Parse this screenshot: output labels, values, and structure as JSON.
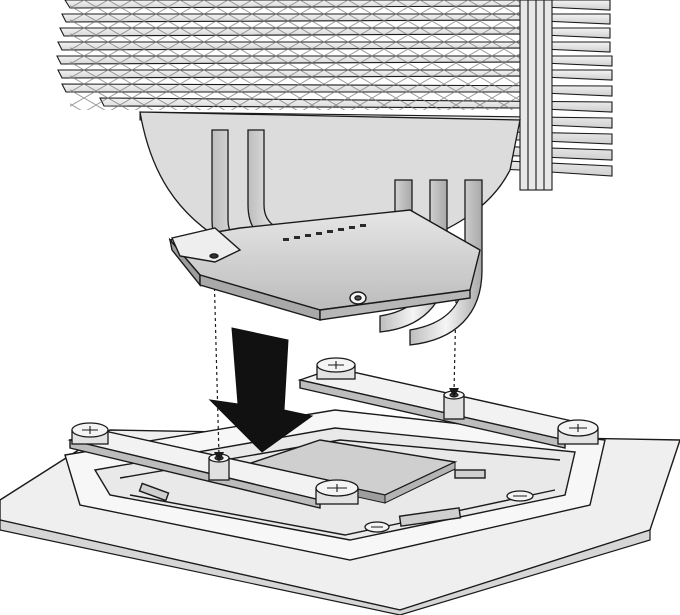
{
  "figure": {
    "description_visible_text": "",
    "colors": {
      "line": "#1a1a1a",
      "fin_light": "#f2f2f2",
      "fin_mid": "#d9d9d9",
      "fin_dark": "#b8b8b8",
      "board": "#ededed",
      "cpu": "#d0d0d0",
      "arrow": "#111111",
      "background": "#ffffff"
    },
    "parts": {
      "heatsink": "heatsink-fin-stack",
      "heatpipes": "heatpipe-group",
      "cold_plate": "cold-plate-base",
      "mounting_bars": "mounting-bar-pair",
      "backplate_frame": "mounting-frame",
      "cpu": "cpu-processor",
      "motherboard": "motherboard-plate",
      "standoffs": "standoff-posts",
      "screws": "thumb-screws",
      "arrow": "down-arrow-icon",
      "guides": "alignment-guide-lines"
    }
  }
}
